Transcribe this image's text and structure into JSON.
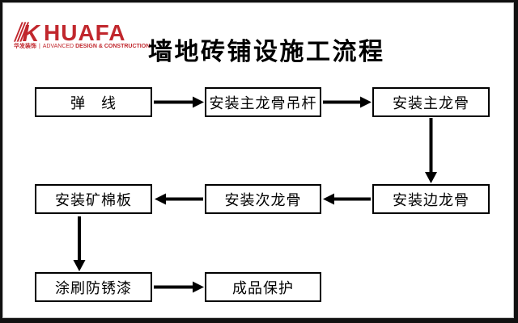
{
  "slide": {
    "background": "#ffffff",
    "frame_color": "#111111"
  },
  "header": {
    "logo": {
      "icon_letter": "K",
      "brand": "HUAFA",
      "brand_color": "#c1272d",
      "tagline": {
        "cn": "华发装饰",
        "sep": "|",
        "en_light": "ADVANCED",
        "en_bold": "DESIGN & CONSTRUCTION"
      }
    },
    "title": "墙地砖铺设施工流程"
  },
  "flowchart": {
    "box_border_color": "#000000",
    "arrow_color": "#000000",
    "nodes": [
      {
        "label": "弹　线"
      },
      {
        "label": "安装主龙骨吊杆"
      },
      {
        "label": "安装主龙骨"
      },
      {
        "label": "安装边龙骨"
      },
      {
        "label": "安装次龙骨"
      },
      {
        "label": "安装矿棉板"
      },
      {
        "label": "涂刷防锈漆"
      },
      {
        "label": "成品保护"
      }
    ],
    "edges": [
      {
        "from": "弹线",
        "to": "安装主龙骨吊杆",
        "direction": "right"
      },
      {
        "from": "安装主龙骨吊杆",
        "to": "安装主龙骨",
        "direction": "right"
      },
      {
        "from": "安装主龙骨",
        "to": "安装边龙骨",
        "direction": "down"
      },
      {
        "from": "安装边龙骨",
        "to": "安装次龙骨",
        "direction": "left"
      },
      {
        "from": "安装次龙骨",
        "to": "安装矿棉板",
        "direction": "left"
      },
      {
        "from": "安装矿棉板",
        "to": "涂刷防锈漆",
        "direction": "down"
      },
      {
        "from": "涂刷防锈漆",
        "to": "成品保护",
        "direction": "right"
      }
    ]
  }
}
